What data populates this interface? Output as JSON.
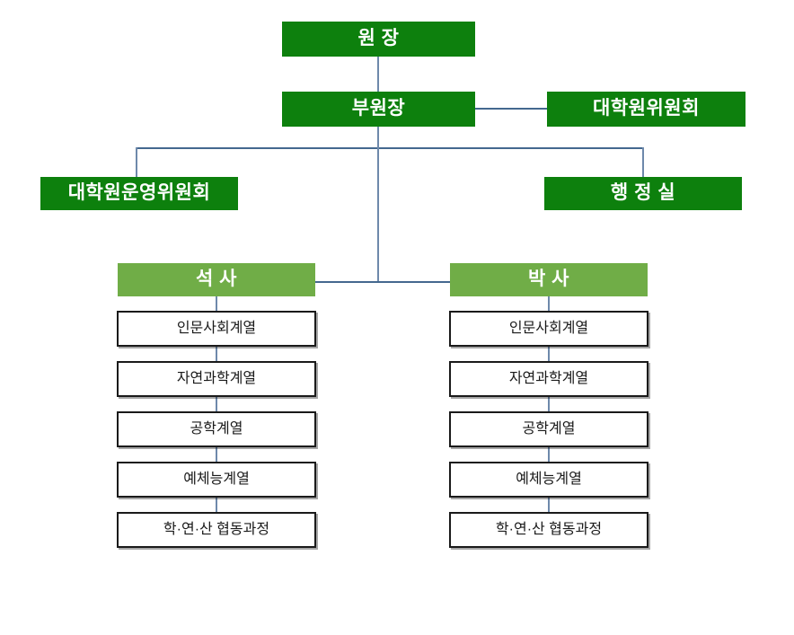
{
  "chart": {
    "title": "",
    "type": "org-chart",
    "colors": {
      "executive_fill": "#0D800D",
      "degree_fill": "#70AD47",
      "leaf_fill": "#FFFFFF",
      "leaf_border": "#1A1A1A",
      "connector": "#6E89AB",
      "text_on_green": "#FFFFFF",
      "text_on_white": "#1A1A1A",
      "background": "#FFFFFF"
    }
  },
  "nodes": {
    "director": {
      "label": "원  장"
    },
    "vice_director": {
      "label": "부원장"
    },
    "graduate_committee": {
      "label": "대학원위원회"
    },
    "operating_committee": {
      "label": "대학원운영위원회"
    },
    "admin_office": {
      "label": "행 정 실"
    },
    "masters": {
      "label": "석  사"
    },
    "doctoral": {
      "label": "박  사"
    }
  },
  "masters_programs": [
    {
      "label": "인문사회계열"
    },
    {
      "label": "자연과학계열"
    },
    {
      "label": "공학계열"
    },
    {
      "label": "예체능계열"
    },
    {
      "label": "학·연·산 협동과정"
    }
  ],
  "doctoral_programs": [
    {
      "label": "인문사회계열"
    },
    {
      "label": "자연과학계열"
    },
    {
      "label": "공학계열"
    },
    {
      "label": "예체능계열"
    },
    {
      "label": "학·연·산 협동과정"
    }
  ]
}
